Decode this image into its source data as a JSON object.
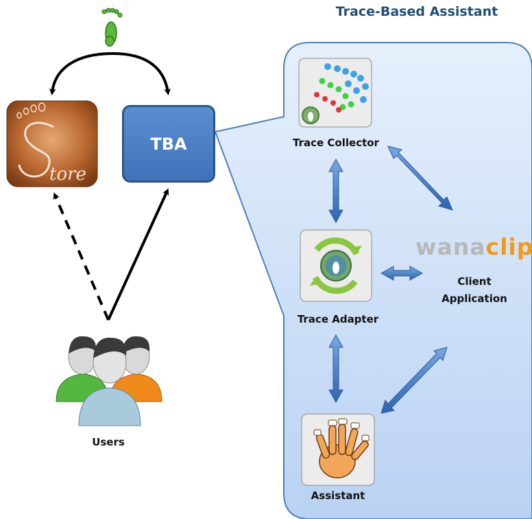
{
  "title": "Trace-Based Assistant",
  "tba_label": "TBA",
  "store_label": "Store",
  "nodes": {
    "trace_collector": "Trace Collector",
    "trace_adapter": "Trace Adapter",
    "assistant": "Assistant",
    "client_application_line1": "Client",
    "client_application_line2": "Application",
    "users": "Users"
  },
  "wanaclip": {
    "part1": "wana",
    "part2": "clip"
  },
  "colors": {
    "panel": "#c5dbf6",
    "panel_border": "#4f7fb8",
    "tba": "#4a7fc1",
    "arrow_blue": "#4a7ec6",
    "title": "#1f4e79",
    "store": "#b0602a",
    "footprint_green": "#4aa832",
    "wanaclip_orange": "#f19a1a"
  },
  "icons": [
    "footprint-icon",
    "store-logo-icon",
    "trace-collector-icon",
    "trace-adapter-icon",
    "assistant-hand-icon",
    "users-icon"
  ]
}
